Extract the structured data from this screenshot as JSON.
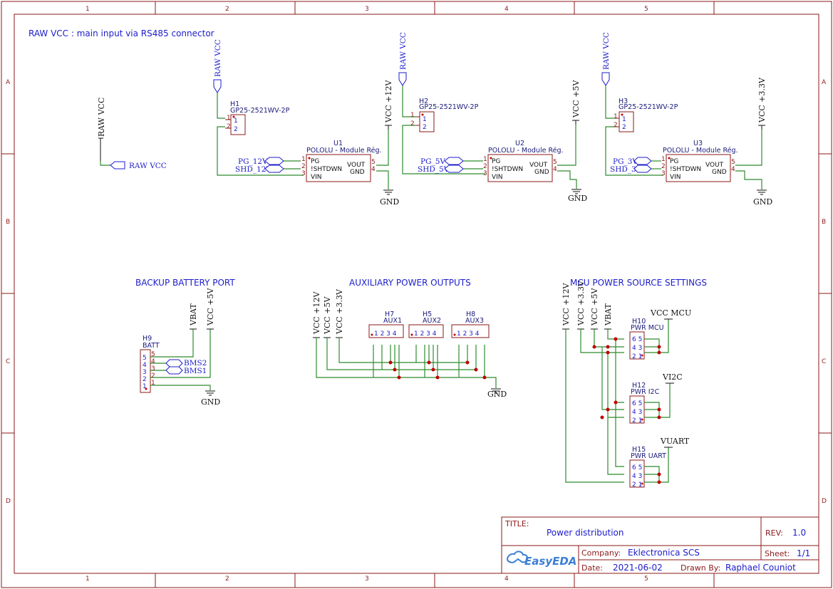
{
  "sheet": {
    "columns": [
      "1",
      "2",
      "3",
      "4",
      "5"
    ],
    "rows": [
      "A",
      "B",
      "C",
      "D"
    ]
  },
  "notes": {
    "raw_vcc": "RAW VCC : main input via RS485 connector",
    "backup": "BACKUP BATTERY PORT",
    "aux": "AUXILIARY POWER OUTPUTS",
    "mcu": "MCU POWER SOURCE SETTINGS"
  },
  "nets": {
    "raw_vcc": "RAW VCC",
    "vcc12": "VCC +12V",
    "vcc5": "VCC +5V",
    "vcc33": "VCC +3.3V",
    "gnd": "GND",
    "vbat": "VBAT",
    "vcc_mcu": "VCC MCU",
    "vi2c": "VI2C",
    "vuart": "VUART",
    "pg12": "PG_12V",
    "shd12": "SHD_12V",
    "pg5": "PG_5V",
    "shd5": "SHD_5V",
    "pg3": "PG_3V",
    "shd3": "SHD_3V",
    "bms1": "BMS1",
    "bms2": "BMS2"
  },
  "parts": {
    "h1": {
      "ref": "H1",
      "value": "GP25-2521WV-2P"
    },
    "h2": {
      "ref": "H2",
      "value": "GP25-2521WV-2P"
    },
    "h3": {
      "ref": "H3",
      "value": "GP25-2521WV-2P"
    },
    "u1": {
      "ref": "U1",
      "value": "POLOLU - Module Rég."
    },
    "u2": {
      "ref": "U2",
      "value": "POLOLU - Module Rég."
    },
    "u3": {
      "ref": "U3",
      "value": "POLOLU - Module Rég."
    },
    "h9": {
      "ref": "H9",
      "value": "BATT"
    },
    "h7": {
      "ref": "H7",
      "value": "AUX1"
    },
    "h5": {
      "ref": "H5",
      "value": "AUX2"
    },
    "h8": {
      "ref": "H8",
      "value": "AUX3"
    },
    "h10": {
      "ref": "H10",
      "value": "PWR MCU"
    },
    "h12": {
      "ref": "H12",
      "value": "PWR I2C"
    },
    "h15": {
      "ref": "H15",
      "value": "PWR UART"
    }
  },
  "reg_pins": {
    "pg": "PG",
    "shdn": "!SHTDWN",
    "vin": "VIN",
    "vout": "VOUT",
    "gnd": "GND"
  },
  "title_block": {
    "title_label": "TITLE:",
    "title": "Power distribution",
    "rev_label": "REV:",
    "rev": "1.0",
    "company_label": "Company:",
    "company": "Eklectronica SCS",
    "sheet_label": "Sheet:",
    "sheet": "1/1",
    "date_label": "Date:",
    "date": "2021-06-02",
    "drawn_label": "Drawn By:",
    "drawn": "Raphael Couniot",
    "logo": "EasyEDA"
  }
}
